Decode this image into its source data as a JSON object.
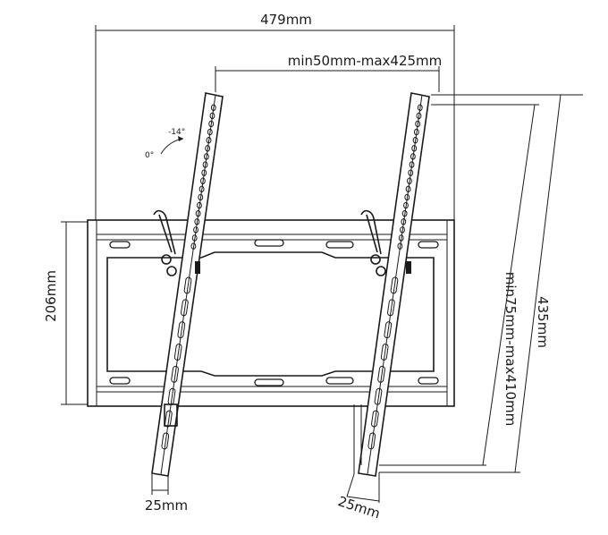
{
  "dimensions": {
    "width_total": "479mm",
    "vesa_horizontal": "min50mm-max425mm",
    "height_plate": "206mm",
    "height_total": "435mm",
    "vesa_vertical": "min75mm-max410mm",
    "arm_width_front": "25mm",
    "arm_width_side": "25mm"
  },
  "tilt": {
    "angle_max": "-14°",
    "angle_zero": "0°"
  }
}
